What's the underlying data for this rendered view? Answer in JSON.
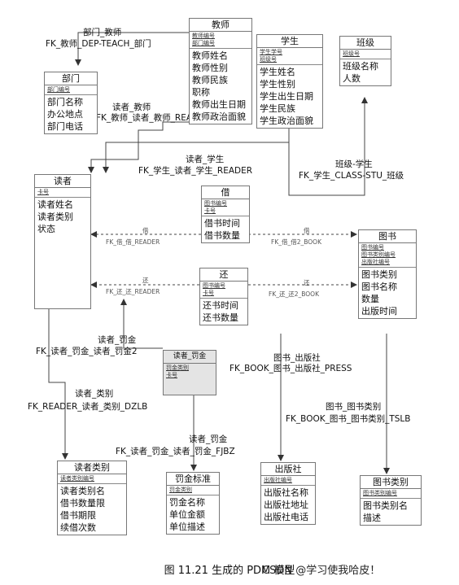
{
  "tables": {
    "jiaoshi": {
      "title": "教师",
      "keys": [
        "教师编号",
        "部门编号"
      ],
      "cols": [
        "教师姓名",
        "教师性别",
        "教师民族",
        "职称",
        "教师出生日期",
        "教师政治面貌"
      ]
    },
    "xuesheng": {
      "title": "学生",
      "keys": [
        "学生学号",
        "班级号"
      ],
      "cols": [
        "学生姓名",
        "学生性别",
        "学生出生日期",
        "学生民族",
        "学生政治面貌"
      ]
    },
    "banji": {
      "title": "班级",
      "keys": [
        "班级号"
      ],
      "cols": [
        "班级名称",
        "人数"
      ]
    },
    "bumen": {
      "title": "部门",
      "keys": [
        "部门编号"
      ],
      "cols": [
        "部门名称",
        "办公地点",
        "部门电话"
      ]
    },
    "duzhe": {
      "title": "读者",
      "keys": [
        "卡号"
      ],
      "cols": [
        "读者姓名",
        "读者类别",
        "状态"
      ]
    },
    "jie": {
      "title": "借",
      "keys": [
        "图书编号",
        "卡号"
      ],
      "cols": [
        "借书时间",
        "借书数量"
      ]
    },
    "huan": {
      "title": "还",
      "keys": [
        "图书编号",
        "卡号"
      ],
      "cols": [
        "还书时间",
        "还书数量"
      ]
    },
    "tushu": {
      "title": "图书",
      "keys": [
        "图书编号",
        "图书类别编号",
        "出版社编号"
      ],
      "cols": [
        "图书类别",
        "图书名称",
        "数量",
        "出版时间"
      ]
    },
    "fajin": {
      "title": "读者_罚金",
      "keys": [
        "罚金类别",
        "卡号"
      ],
      "cols": []
    },
    "duzheleibie": {
      "title": "读者类别",
      "keys": [
        "读者类别编号"
      ],
      "cols": [
        "读者类别名",
        "借书数量限",
        "借书期限",
        "续借次数"
      ]
    },
    "fajinbiaozhun": {
      "title": "罚金标准",
      "keys": [
        "罚金类别"
      ],
      "cols": [
        "罚金名称",
        "单位金额",
        "单位描述"
      ]
    },
    "chubanshe": {
      "title": "出版社",
      "keys": [
        "出版社编号"
      ],
      "cols": [
        "出版社名称",
        "出版社地址",
        "出版社电话"
      ]
    },
    "tushuleibie": {
      "title": "图书类别",
      "keys": [
        "图书类别编号"
      ],
      "cols": [
        "图书类别名",
        "描述"
      ]
    }
  },
  "labels": {
    "bumen_jiaoshi_1": "部门_教师",
    "bumen_jiaoshi_2": "FK_教师_DEP-TEACH_部门",
    "duzhe_jiaoshi_1": "读者_教师",
    "duzhe_jiaoshi_2": "FK_教师_读者_教师_READER",
    "duzhe_xuesheng_1": "读者_学生",
    "duzhe_xuesheng_2": "FK_学生_读者_学生_READER",
    "banji_xuesheng_1": "班级-学生",
    "banji_xuesheng_2": "FK_学生_CLASS-STU_班级",
    "jie_reader_1": "借",
    "jie_reader_2": "FK_借_借_READER",
    "jie_book_1": "借",
    "jie_book_2": "FK_借_借2_BOOK",
    "huan_reader_1": "还",
    "huan_reader_2": "FK_还_还_READER",
    "huan_book_1": "还",
    "huan_book_2": "FK_还_还2_BOOK",
    "fajin_duzhe_1": "读者_罚金",
    "fajin_duzhe_2": "FK_读者_罚金_读者_罚金2",
    "tushu_chubanshe_1": "图书_出版社",
    "tushu_chubanshe_2": "FK_BOOK_图书_出版社_PRESS",
    "duzhe_leibie_1": "读者_类别",
    "duzhe_leibie_2": "FK_READER_读者_类别_DZLB",
    "tushu_leibie_1": "图书_图书类别",
    "tushu_leibie_2": "FK_BOOK_图书_图书类别_TSLB",
    "fajin_biaozhun_1": "读者_罚金",
    "fajin_biaozhun_2": "FK_读者_罚金_读者_罚金_FJBZ"
  },
  "caption": "图 11.21   生成的 PDM 模型",
  "watermark": "CSDN @学习使我哈皮！"
}
